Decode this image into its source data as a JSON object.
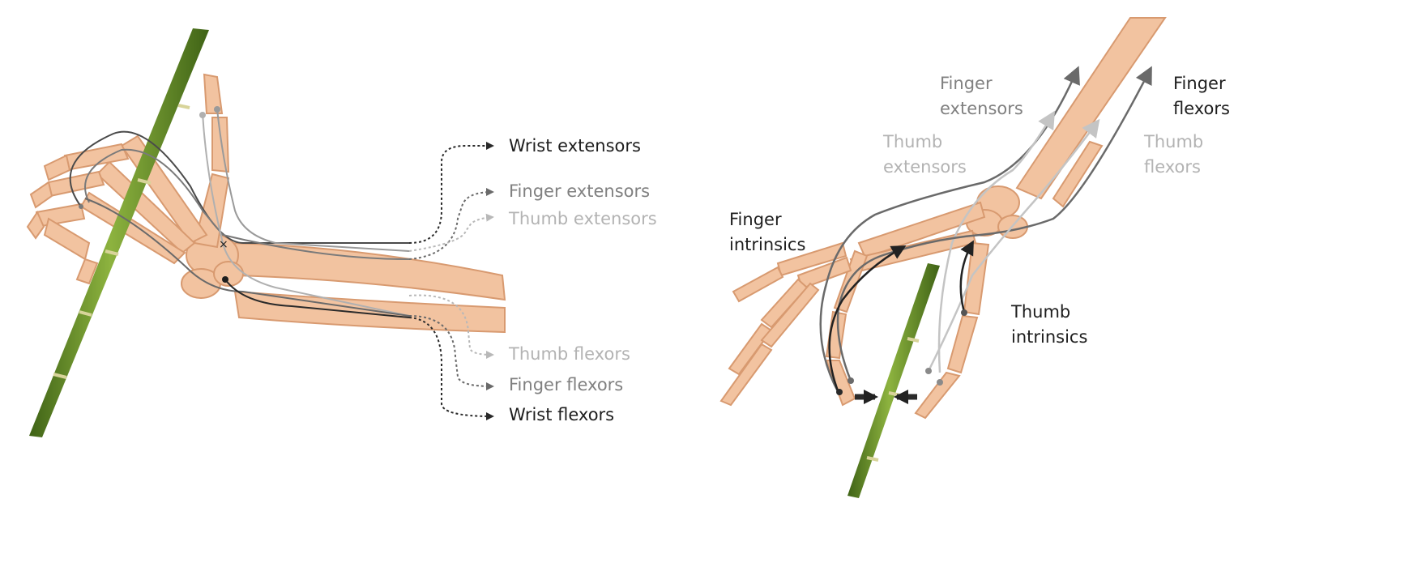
{
  "left_panel": {
    "labels": {
      "wrist_extensors": "Wrist extensors",
      "finger_extensors": "Finger extensors",
      "thumb_extensors": "Thumb extensors",
      "thumb_flexors": "Thumb flexors",
      "finger_flexors": "Finger flexors",
      "wrist_flexors": "Wrist flexors"
    }
  },
  "right_panel": {
    "labels": {
      "finger_extensors": [
        "Finger",
        "extensors"
      ],
      "thumb_extensors": [
        "Thumb",
        "extensors"
      ],
      "finger_flexors": [
        "Finger",
        "flexors"
      ],
      "thumb_flexors": [
        "Thumb",
        "flexors"
      ],
      "finger_intrinsics": [
        "Finger",
        "intrinsics"
      ],
      "thumb_intrinsics": [
        "Thumb",
        "intrinsics"
      ]
    }
  },
  "colors": {
    "bone": "#f2c3a0",
    "bone_edge": "#d89a70",
    "bamboo": "#6e9a2c",
    "bamboo_dark": "#3f6316",
    "tendon_dark": "#2a2a2a",
    "tendon_mid": "#6a6a6a",
    "tendon_light": "#b8b8b8"
  }
}
